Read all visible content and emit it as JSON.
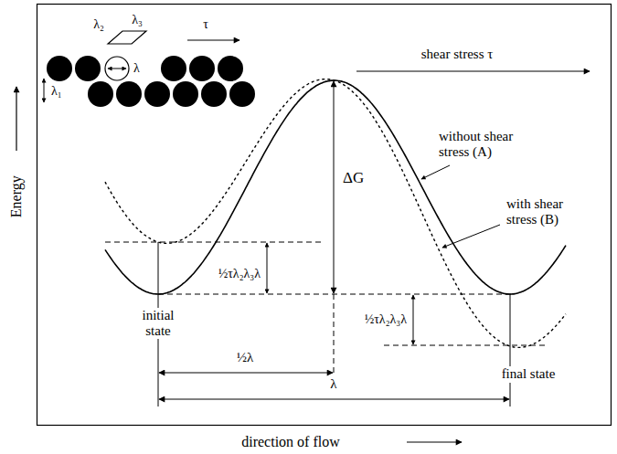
{
  "diagram": {
    "labels": [
      "λ₂",
      "λ₃",
      "τ",
      "shear stress τ",
      "λ₁",
      "λ",
      "without shear stress (A)",
      "ΔG",
      "with shear stress (B)",
      "½τλ₂λ₃λ",
      "initial state",
      "½τλ₂λ₃λ",
      "½λ",
      "final state",
      "λ",
      "Energy",
      "direction of flow"
    ]
  }
}
